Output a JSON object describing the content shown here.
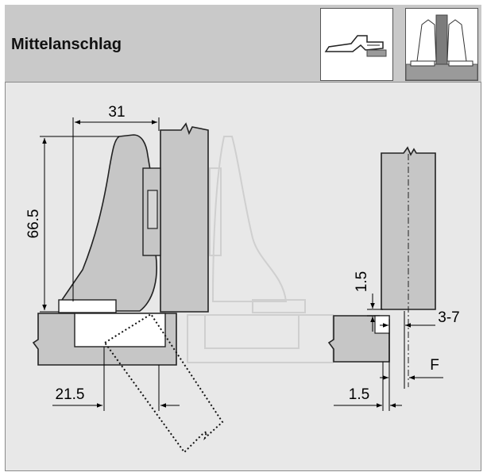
{
  "header": {
    "title": "Mittelanschlag",
    "icon_left": "hinge-side-view-icon",
    "icon_right": "middle-panel-front-view-icon"
  },
  "dimensions": {
    "width_top": "31",
    "height_left": "66.5",
    "offset_bottom": "21.5",
    "gap_vertical": "1.5",
    "range_right": "3-7",
    "overlay_label": "F",
    "gap_bottom": "1.5"
  },
  "colors": {
    "background": "#e8e8e8",
    "header": "#c9c9c9",
    "panel": "#c8c8c8",
    "ghost": "#d7d7d7"
  }
}
